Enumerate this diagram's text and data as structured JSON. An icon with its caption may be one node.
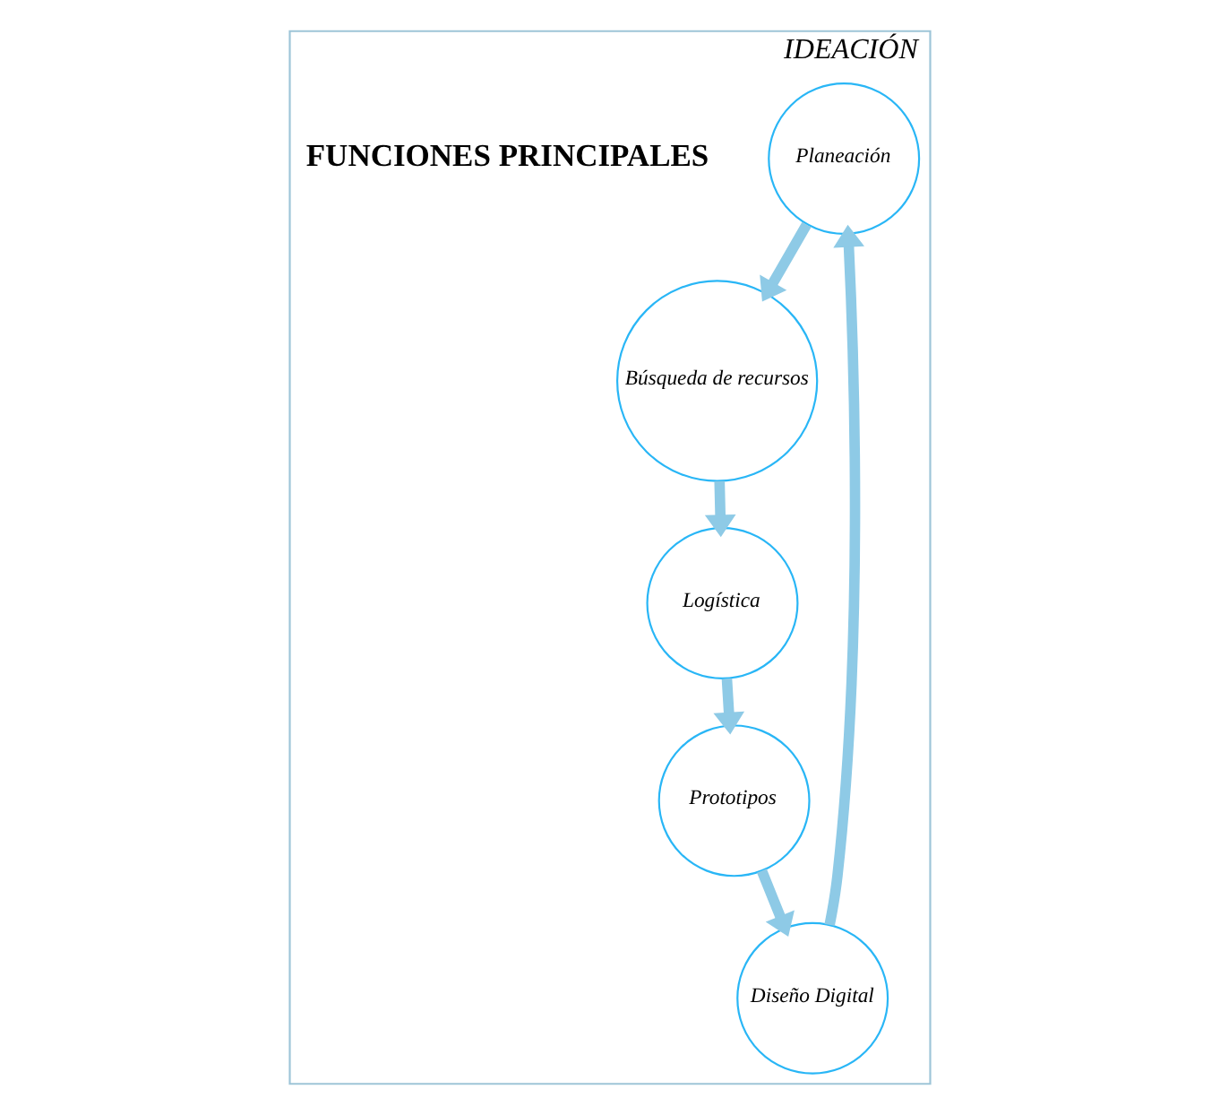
{
  "diagram": {
    "nodes": [
      {
        "text": [
          "IDEACIÓN"
        ]
      },
      {
        "text": [
          "Planeación"
        ],
        "in": 0
      },
      {
        "text": [
          "Búsqueda de recursos"
        ],
        "in": 0
      },
      {
        "text": [
          "Logística"
        ],
        "in": 0
      },
      {
        "text": [
          "Prototipos"
        ],
        "in": 0
      },
      {
        "text": [
          "Diseño Digital"
        ],
        "in": 0
      }
    ],
    "edges": [
      {
        "from": 1,
        "to": 2,
        "arrow": "to"
      },
      {
        "from": 2,
        "to": 3,
        "arrow": "to"
      },
      {
        "from": 3,
        "to": 4,
        "arrow": "to"
      },
      {
        "from": 4,
        "to": 5,
        "arrow": "to"
      },
      {
        "from": 5,
        "to": 1,
        "arrow": "to"
      }
    ],
    "labels": [
      "FUNCIONES PRINCIPALES"
    ]
  }
}
